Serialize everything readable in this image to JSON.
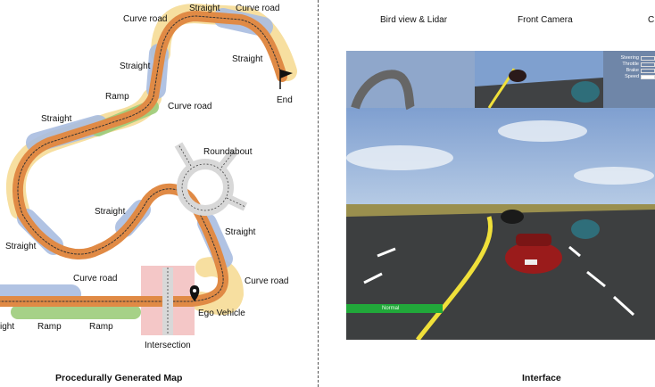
{
  "map": {
    "caption": "Procedurally Generated Map",
    "labels": {
      "straight": "Straight",
      "curve_road": "Curve road",
      "ramp": "Ramp",
      "roundabout": "Roundabout",
      "intersection": "Intersection",
      "ego_vehicle": "Ego Vehicle",
      "end": "End",
      "straight_cut": "ight"
    },
    "colors": {
      "straight": "#9fb3d9",
      "curve": "#f3d98f",
      "ramp": "#9ccc7a",
      "intersection": "#f4c4c4",
      "road": "#e9863e"
    }
  },
  "interface": {
    "caption": "Interface",
    "views": {
      "bird": "Bird view & Lidar",
      "front": "Front Camera",
      "cut": "C"
    },
    "hud": {
      "steering": "Steering",
      "throttle": "Throttle",
      "brake": "Brake",
      "speed": "Speed"
    },
    "status": "Normal"
  }
}
